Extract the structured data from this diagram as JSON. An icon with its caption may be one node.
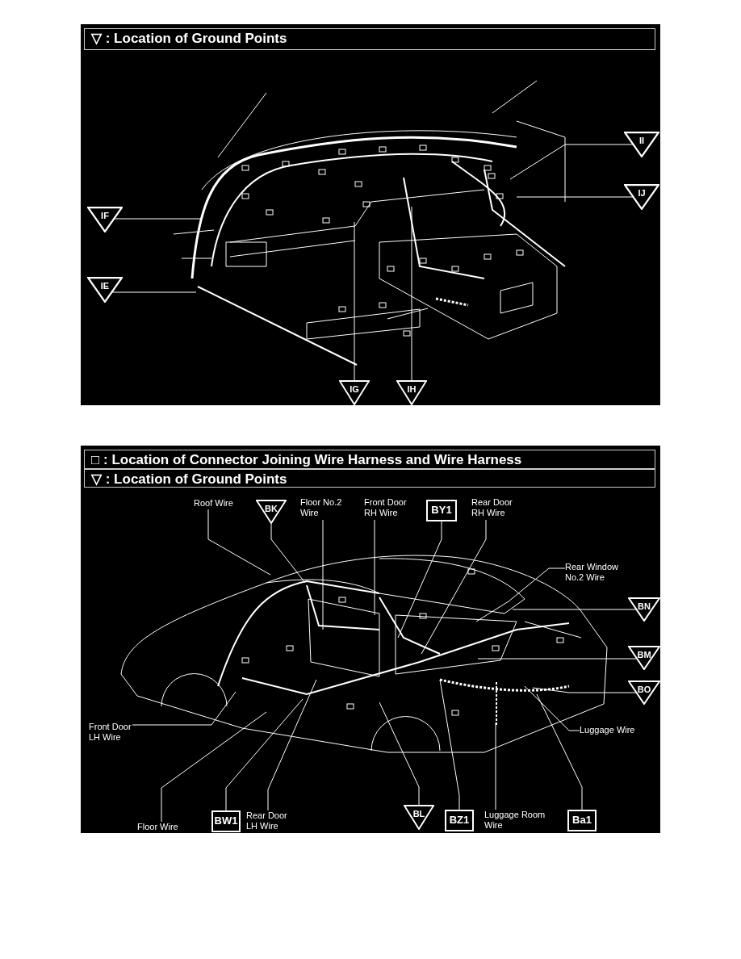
{
  "diagram": {
    "nodes": [
      {
        "text": [
          "▽ : Location of Ground Points"
        ]
      },
      {
        "text": [
          "II"
        ]
      },
      {
        "text": [
          "IJ"
        ]
      },
      {
        "text": [
          "IF"
        ]
      },
      {
        "text": [
          "IE"
        ]
      },
      {
        "text": [
          "IG"
        ]
      },
      {
        "text": [
          "IH"
        ]
      },
      {
        "text": [
          "□ : Location of Connector Joining Wire Harness and Wire Harness"
        ]
      },
      {
        "text": [
          "▽ : Location of Ground Points"
        ]
      },
      {
        "text": [
          "Roof Wire"
        ]
      },
      {
        "text": [
          "BK"
        ]
      },
      {
        "text": [
          "Floor No.2 Wire"
        ]
      },
      {
        "text": [
          "Front Door RH Wire"
        ]
      },
      {
        "text": [
          "BY1"
        ]
      },
      {
        "text": [
          "Rear Door RH Wire"
        ]
      },
      {
        "text": [
          "Rear Window No.2 Wire"
        ]
      },
      {
        "text": [
          "BN"
        ]
      },
      {
        "text": [
          "BM"
        ]
      },
      {
        "text": [
          "BO"
        ]
      },
      {
        "text": [
          "Front Door LH Wire"
        ]
      },
      {
        "text": [
          "Luggage Wire"
        ]
      },
      {
        "text": [
          "Floor Wire"
        ]
      },
      {
        "text": [
          "BW1"
        ]
      },
      {
        "text": [
          "Rear Door LH Wire"
        ]
      },
      {
        "text": [
          "BL"
        ]
      },
      {
        "text": [
          "BZ1"
        ]
      },
      {
        "text": [
          "Luggage Room Wire"
        ]
      },
      {
        "text": [
          "Ba1"
        ]
      }
    ],
    "edges": [
      {
        "from": 1,
        "to": null,
        "arrow": "none"
      },
      {
        "from": 2,
        "to": null,
        "arrow": "none"
      },
      {
        "from": 3,
        "to": null,
        "arrow": "none"
      },
      {
        "from": 4,
        "to": null,
        "arrow": "none"
      },
      {
        "from": 5,
        "to": null,
        "arrow": "none"
      },
      {
        "from": 6,
        "to": null,
        "arrow": "none"
      },
      {
        "from": 9,
        "to": null,
        "arrow": "none"
      },
      {
        "from": 10,
        "to": null,
        "arrow": "none"
      },
      {
        "from": 11,
        "to": null,
        "arrow": "none"
      },
      {
        "from": 12,
        "to": null,
        "arrow": "none"
      },
      {
        "from": 13,
        "to": null,
        "arrow": "none"
      },
      {
        "from": 14,
        "to": null,
        "arrow": "none"
      },
      {
        "from": 15,
        "to": null,
        "arrow": "none"
      },
      {
        "from": 16,
        "to": null,
        "arrow": "none"
      },
      {
        "from": 17,
        "to": null,
        "arrow": "none"
      },
      {
        "from": 18,
        "to": null,
        "arrow": "none"
      },
      {
        "from": 19,
        "to": null,
        "arrow": "none"
      },
      {
        "from": 20,
        "to": null,
        "arrow": "none"
      },
      {
        "from": 21,
        "to": null,
        "arrow": "none"
      },
      {
        "from": 22,
        "to": null,
        "arrow": "none"
      },
      {
        "from": 23,
        "to": null,
        "arrow": "none"
      },
      {
        "from": 24,
        "to": null,
        "arrow": "none"
      },
      {
        "from": 25,
        "to": null,
        "arrow": "none"
      },
      {
        "from": 26,
        "to": null,
        "arrow": "none"
      },
      {
        "from": 27,
        "to": null,
        "arrow": "none"
      }
    ]
  }
}
